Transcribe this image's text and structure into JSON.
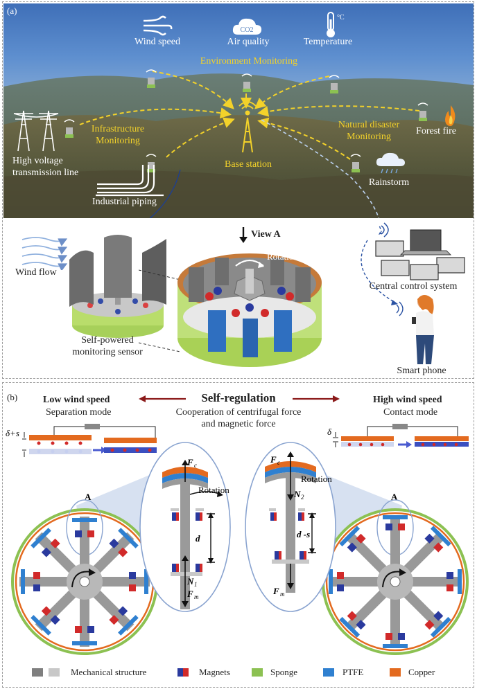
{
  "panel_a": {
    "label": "(a)",
    "env_icons": [
      {
        "name": "Wind speed",
        "icon": "wind-icon"
      },
      {
        "name": "Air quality",
        "icon": "cloud-co2-icon",
        "icon_text": "CO2"
      },
      {
        "name": "Temperature",
        "icon": "thermometer-icon",
        "icon_text": "°C"
      }
    ],
    "environment_monitoring": "Environment Monitoring",
    "infrastructure_monitoring": [
      "Infrastructure",
      "Monitoring"
    ],
    "natural_disaster_monitoring": [
      "Natural disaster",
      "Monitoring"
    ],
    "high_voltage": [
      "High voltage",
      "transmission line"
    ],
    "industrial_piping": "Industrial piping",
    "base_station": "Base station",
    "forest_fire": "Forest fire",
    "rainstorm": "Rainstorm",
    "wind_flow": "Wind flow",
    "view_a": "View A",
    "rotation": "Rotation",
    "sensor": [
      "Self-powered",
      "monitoring sensor"
    ],
    "central_control": "Central control system",
    "smart_phone": "Smart phone"
  },
  "panel_b": {
    "label": "(b)",
    "self_regulation": "Self-regulation",
    "cooperation": [
      "Cooperation of centrifugal force",
      "and magnetic force"
    ],
    "low_wind": "Low wind speed",
    "separation_mode": "Separation mode",
    "high_wind": "High wind speed",
    "contact_mode": "Contact  mode",
    "delta_s": "δ+s",
    "delta": "δ",
    "fc": "F",
    "fc_sub": "c",
    "fm": "F",
    "fm_sub": "m",
    "n1": "N",
    "n1_sub": "1",
    "n2": "N",
    "n2_sub": "2",
    "d": "d",
    "d_s": "d -s",
    "rotation": "Rotation",
    "a_left": "A",
    "a_right": "A"
  },
  "legend": [
    {
      "label": "Mechanical structure",
      "colors": [
        "#7f7f7f",
        "#c8c8c8"
      ]
    },
    {
      "label": "Magnets",
      "colors": [
        "#2a3a9e",
        "#d12a2a"
      ]
    },
    {
      "label": "Sponge",
      "colors": [
        "#8cc152"
      ]
    },
    {
      "label": "PTFE",
      "colors": [
        "#2f80d0"
      ]
    },
    {
      "label": "Copper",
      "colors": [
        "#e36a1f"
      ]
    }
  ]
}
